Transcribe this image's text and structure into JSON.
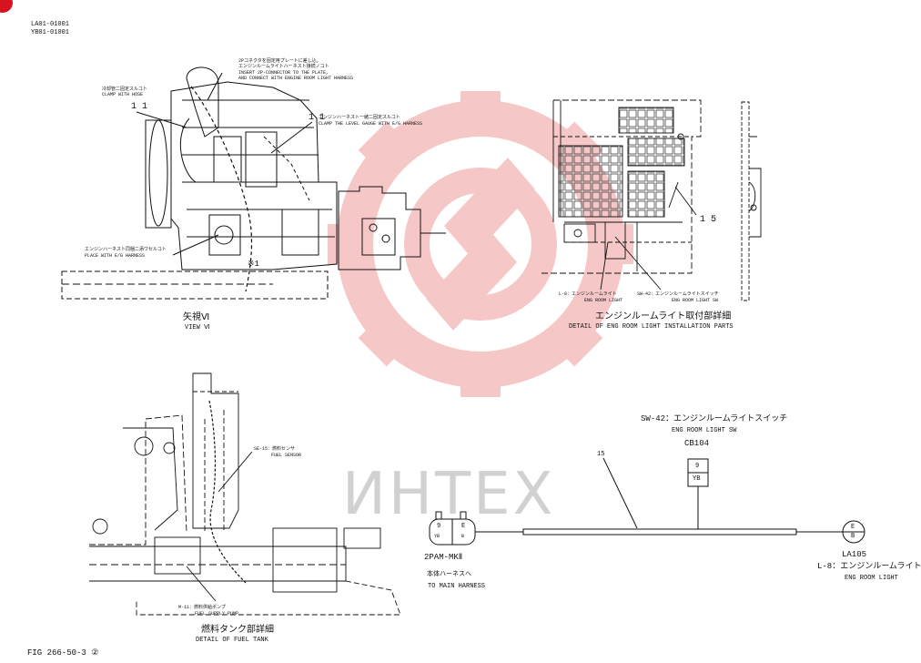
{
  "header": {
    "codes": [
      "LA01-01001",
      "YB01-01001"
    ]
  },
  "view_vi": {
    "title_jp": "矢視Ⅵ",
    "title_en": "VIEW Ⅵ",
    "callout_11_left": "1 1",
    "callout_11_right": "1 1",
    "ann_top_jp": "2Pコネクタを固定用プレートに差し込,",
    "ann_top_jp2": "エンジンルームライトハーネスト接続ノコト",
    "ann_top_en1": "INSERT 2P-CONNECTOR TO THE PLATE,",
    "ann_top_en2": "AND CONNECT WITH ENGINE ROOM LIGHT HARNESS",
    "ann_clamp_jp": "冷却管二固定スルコト",
    "ann_clamp_en": "CLAMP WITH HOSE",
    "ann_gauge_jp": "エンジンハーネスト一緒二固定スルコト",
    "ann_gauge_en": "CLAMP THE LEVEL GAUGE WITH E/G HARNESS",
    "ann_place_jp": "エンジンハーネスト同梱二添ワセルコト",
    "ann_place_en": "PLACE WITH E/G HARNESS",
    "mark_x1": "※1"
  },
  "eng_room": {
    "callout_15": "1 5",
    "label_l8_jp": "L-8：エンジンルームライト",
    "label_l8_en": "ENG ROOM LIGHT",
    "label_sw42_jp": "SW-42：エンジンルームライトスイッチ",
    "label_sw42_en": "ENG ROOM LIGHT SW",
    "title_jp": "エンジンルームライト取付部詳細",
    "title_en": "DETAIL OF ENG ROOM LIGHT INSTALLATION PARTS"
  },
  "fuel_tank": {
    "label_se15_jp": "SE-15：燃料センサ",
    "label_se15_en": "FUEL SENSOR",
    "label_m11_jp": "M-11：燃料供給ポンプ",
    "label_m11_en": "FUEL SUPPLY PUMP",
    "title_jp": "燃料タンク部詳細",
    "title_en": "DETAIL OF FUEL TANK"
  },
  "wiring": {
    "sw42_jp": "SW-42：エンジンルームライトスイッチ",
    "sw42_en": "ENG ROOM LIGHT SW",
    "sw42_code": "CB104",
    "wire_no": "15",
    "switch_pin": "9",
    "switch_color": "YB",
    "conn_left_pins": [
      "9",
      "E"
    ],
    "conn_left_colors": [
      "YB",
      "B"
    ],
    "conn_left_name": "2PAM-MKⅡ",
    "conn_left_jp": "本体ハーネスへ",
    "conn_left_en": "TO MAIN HARNESS",
    "conn_right_pins": [
      "E",
      "B"
    ],
    "conn_right_code": "LA105",
    "conn_right_jp": "L-8：エンジンルームライト",
    "conn_right_en": "ENG ROOM LIGHT"
  },
  "footer": {
    "fig": "FIG 266-50-3 ②"
  },
  "watermark": {
    "text": "ИНТЕХ",
    "color": "#e23b3b"
  }
}
